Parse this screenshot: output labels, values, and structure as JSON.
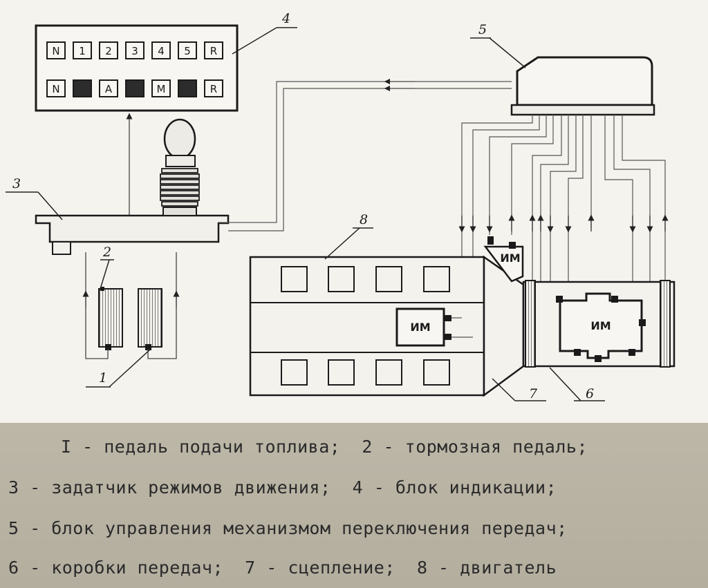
{
  "labels": {
    "n1": "1",
    "n2": "2",
    "n3": "3",
    "n4": "4",
    "n5": "5",
    "n6": "6",
    "n7": "7",
    "n8": "8"
  },
  "indicator": {
    "row1": [
      "N",
      "1",
      "2",
      "3",
      "4",
      "5",
      "R"
    ],
    "row2": [
      "N",
      "",
      "A",
      "",
      "M",
      "",
      "R"
    ]
  },
  "actuator_label": "ИМ",
  "legend": [
    "I - педаль подачи топлива;  2 - тормозная педаль;",
    "3 - задатчик режимов движения;  4 - блок индикации;",
    "5 - блок управления механизмом переключения передач;",
    "6 - коробки передач;  7 - сцепление;  8 - двигатель"
  ]
}
